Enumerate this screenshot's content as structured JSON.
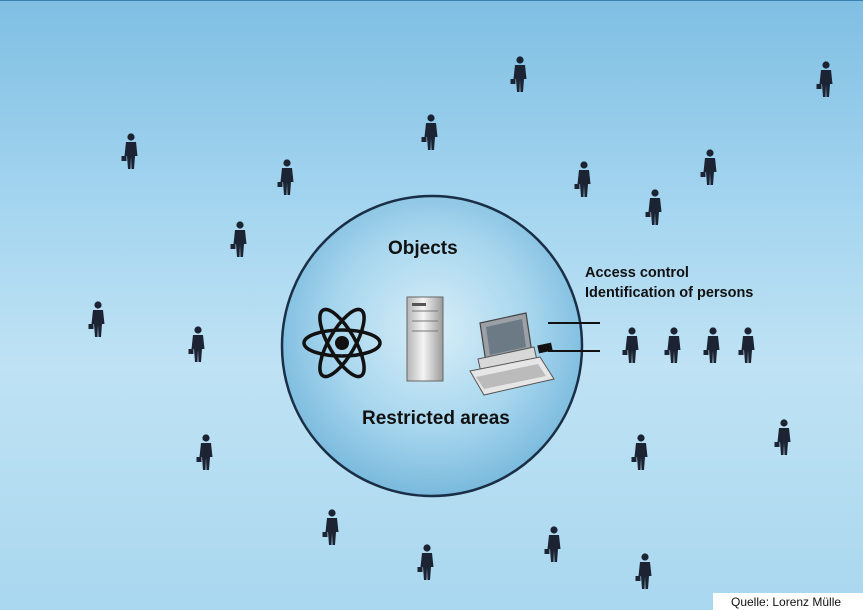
{
  "diagram": {
    "center_title": "Objects",
    "zone_label": "Restricted areas",
    "access_label_line1": "Access control",
    "access_label_line2": "Identification of persons"
  },
  "source": "Quelle: Lorenz Mülle",
  "icons": [
    "person-icon",
    "atom-icon",
    "server-tower-icon",
    "computer-icon",
    "briefcase-icon"
  ],
  "colors": {
    "background_top": "#7fbfe3",
    "background_bottom": "#bfe2f4",
    "circle_fill": "#8ac7e6",
    "circle_border": "#1a2f45",
    "silhouette": "#1c2433"
  }
}
